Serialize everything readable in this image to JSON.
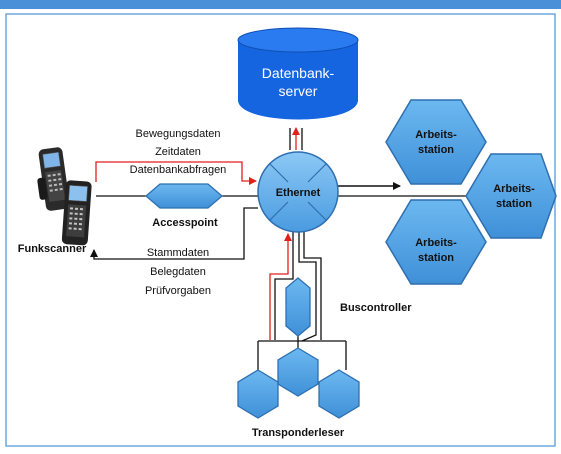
{
  "colors": {
    "top_bar": "#4a90d9",
    "frame": "#6fa8dc",
    "node_fill": "#5aa9e6",
    "node_stroke": "#2f6fb0",
    "db_fill": "#1565e0",
    "red": "#e0201b",
    "line": "#111111"
  },
  "nodes": {
    "db_line1": "Datenbank-",
    "db_line2": "server",
    "ethernet": "Ethernet",
    "accesspoint": "Accesspoint",
    "buscontroller": "Buscontroller",
    "funkscanner": "Funkscanner",
    "transponderleser": "Transponderleser",
    "ws1_line1": "Arbeits-",
    "ws1_line2": "station",
    "ws2_line1": "Arbeits-",
    "ws2_line2": "station",
    "ws3_line1": "Arbeits-",
    "ws3_line2": "station"
  },
  "data_flows": {
    "upstream": [
      "Bewegungsdaten",
      "Zeitdaten",
      "Datenbankabfragen"
    ],
    "downstream": [
      "Stammdaten",
      "Belegdaten",
      "Prüfvorgaben"
    ]
  }
}
